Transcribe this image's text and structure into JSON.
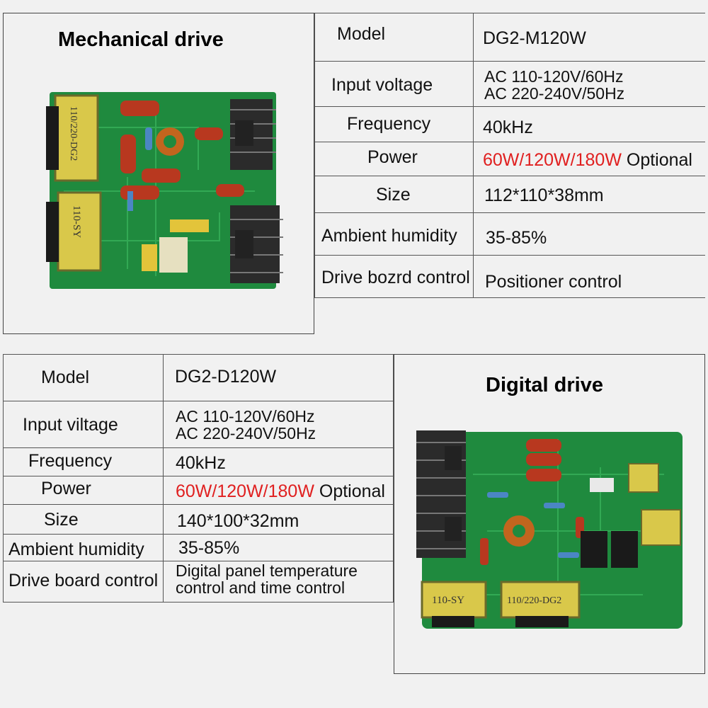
{
  "mechanical": {
    "title": "Mechanical drive",
    "rows": [
      {
        "label": "Model",
        "value": "DG2-M120W"
      },
      {
        "label": "Input voltage",
        "value_lines": [
          "AC 110-120V/60Hz",
          "AC 220-240V/50Hz"
        ]
      },
      {
        "label": "Frequency",
        "value": "40kHz"
      },
      {
        "label": "Power",
        "value_red": "60W/120W/180W",
        "value_rest": " Optional"
      },
      {
        "label": "Size",
        "value": "112*110*38mm"
      },
      {
        "label": "Ambient humidity",
        "value": "35-85%"
      },
      {
        "label": "Drive bozrd control",
        "value": "Positioner control"
      }
    ],
    "board": {
      "transformer_top": "110/220-DG2",
      "transformer_bottom": "110-SY"
    }
  },
  "digital": {
    "title": "Digital drive",
    "rows": [
      {
        "label": "Model",
        "value": "DG2-D120W"
      },
      {
        "label": "Input viltage",
        "value_lines": [
          "AC 110-120V/60Hz",
          "AC 220-240V/50Hz"
        ]
      },
      {
        "label": "Frequency",
        "value": "40kHz"
      },
      {
        "label": "Power",
        "value_red": "60W/120W/180W",
        "value_rest": " Optional"
      },
      {
        "label": "Size",
        "value": "140*100*32mm"
      },
      {
        "label": "Ambient humidity",
        "value": "35-85%"
      },
      {
        "label": "Drive board control",
        "value_lines": [
          "Digital panel temperature",
          "control and time control"
        ]
      }
    ],
    "board": {
      "transformer_left": "110-SY",
      "transformer_mid": "110/220-DG2"
    }
  },
  "colors": {
    "pcb_green": "#1f8a3e",
    "accent_red": "#e02020"
  }
}
